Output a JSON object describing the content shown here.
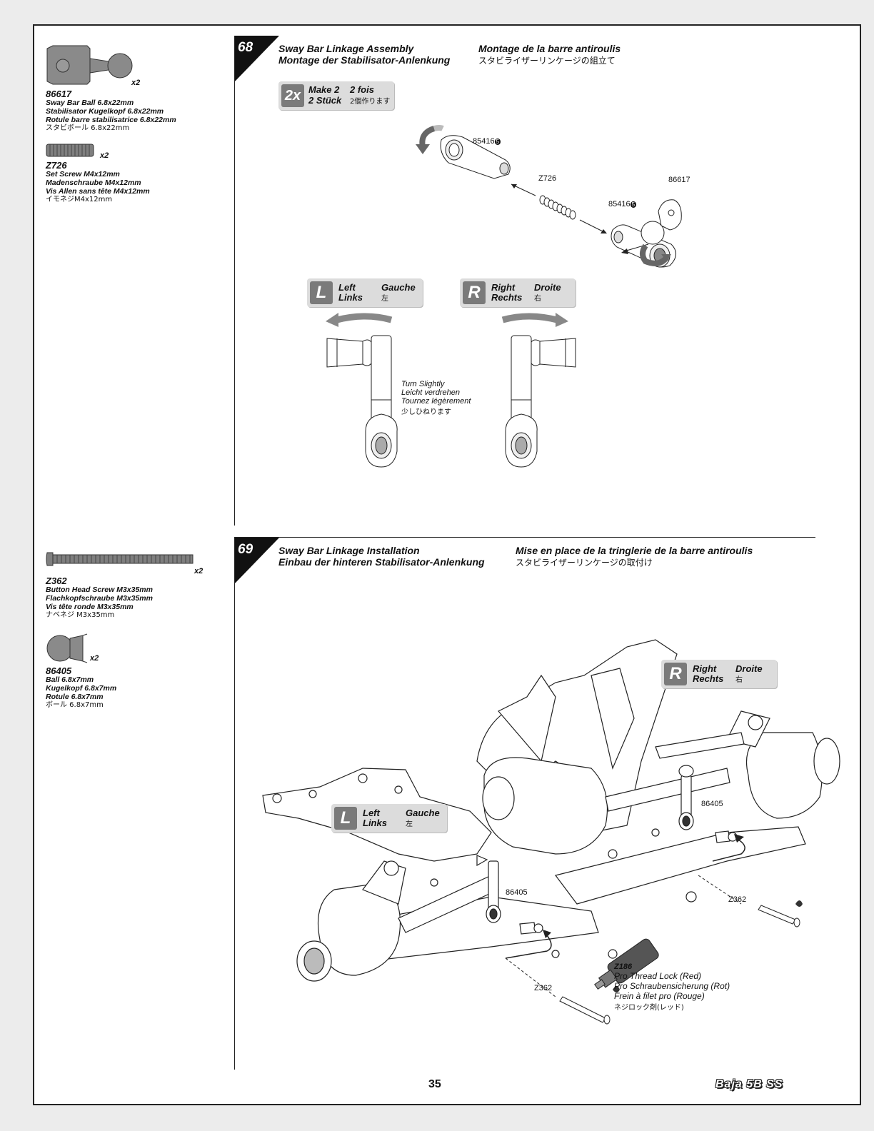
{
  "page_number": "35",
  "logo_text": "Baja 5B SS",
  "parts": {
    "p86617": {
      "code": "86617",
      "qty": "x2",
      "lines": [
        "Sway Bar Ball 6.8x22mm",
        "Stabilisator Kugelkopf 6.8x22mm",
        "Rotule barre stabilisatrice 6.8x22mm",
        "スタビボール 6.8x22mm"
      ]
    },
    "pz726": {
      "code": "Z726",
      "qty": "x2",
      "lines": [
        "Set Screw M4x12mm",
        "Madenschraube M4x12mm",
        "Vis Allen sans tête M4x12mm",
        "イモネジM4x12mm"
      ]
    },
    "pz362": {
      "code": "Z362",
      "qty": "x2",
      "lines": [
        "Button Head Screw M3x35mm",
        "Flachkopfschraube M3x35mm",
        "Vis tête ronde M3x35mm",
        "ナベネジ M3x35mm"
      ]
    },
    "p86405": {
      "code": "86405",
      "qty": "x2",
      "lines": [
        "Ball 6.8x7mm",
        "Kugelkopf 6.8x7mm",
        "Rotule 6.8x7mm",
        "ボール 6.8x7mm"
      ]
    }
  },
  "step68": {
    "number": "68",
    "title_en": "Sway Bar Linkage Assembly",
    "title_de": "Montage der Stabilisator-Anlenkung",
    "title_fr": "Montage de la barre antiroulis",
    "title_jp": "スタビライザーリンケージの組立て",
    "make": {
      "badge": "2x",
      "en": "Make 2",
      "fr": "2 fois",
      "de": "2 Stück",
      "jp": "2個作ります"
    },
    "callouts": {
      "rod_top": "85416",
      "rod_top_num": "5",
      "screw": "Z726",
      "ball": "86617",
      "rod_bottom": "85416",
      "rod_bottom_num": "5"
    },
    "left_chip": {
      "letter": "L",
      "en": "Left",
      "fr": "Gauche",
      "de": "Links",
      "jp": "左"
    },
    "right_chip": {
      "letter": "R",
      "en": "Right",
      "fr": "Droite",
      "de": "Rechts",
      "jp": "右"
    },
    "turn": [
      "Turn Slightly",
      "Leicht verdrehen",
      "Tournez légèrement",
      "少しひねります"
    ]
  },
  "step69": {
    "number": "69",
    "title_en": "Sway Bar Linkage Installation",
    "title_de": "Einbau der hinteren Stabilisator-Anlenkung",
    "title_fr": "Mise en place de la tringlerie de la barre antiroulis",
    "title_jp": "スタビライザーリンケージの取付け",
    "right_chip": {
      "letter": "R",
      "en": "Right",
      "fr": "Droite",
      "de": "Rechts",
      "jp": "右"
    },
    "left_chip": {
      "letter": "L",
      "en": "Left",
      "fr": "Gauche",
      "de": "Links",
      "jp": "左"
    },
    "callouts": {
      "ball_right": "86405",
      "ball_left": "86405",
      "screw_right": "Z362",
      "screw_left": "Z362",
      "threadlock_bottle": "Z186"
    },
    "threadlock": {
      "code": "Z186",
      "lines": [
        "Pro Thread Lock (Red)",
        "Pro Schraubensicherung (Rot)",
        "Frein à filet pro (Rouge)",
        "ネジロック剤(レッド)"
      ]
    }
  }
}
